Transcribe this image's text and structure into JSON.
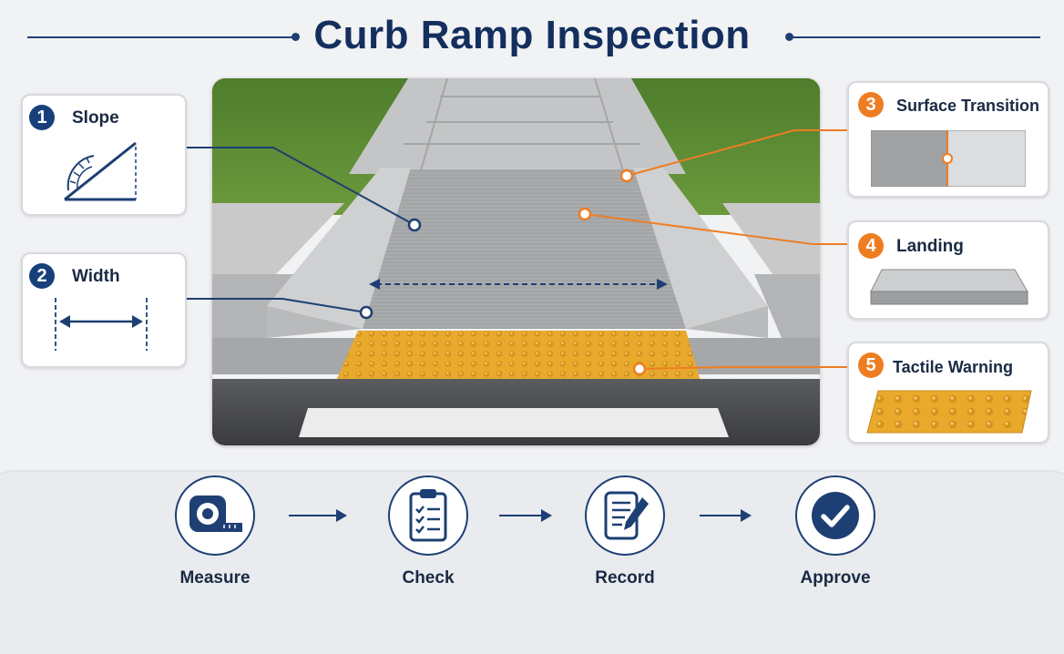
{
  "title": "Curb Ramp Inspection",
  "colors": {
    "navy": "#17407a",
    "orange": "#ee7d22",
    "tactile_yellow": "#e8a92c"
  },
  "features": [
    {
      "number": "1",
      "label": "Slope",
      "icon": "protractor-icon"
    },
    {
      "number": "2",
      "label": "Width",
      "icon": "width-arrow-icon"
    },
    {
      "number": "3",
      "label": "Surface Transition",
      "icon": "surface-transition-icon"
    },
    {
      "number": "4",
      "label": "Landing",
      "icon": "landing-slab-icon"
    },
    {
      "number": "5",
      "label": "Tactile Warning",
      "icon": "tactile-pad-icon"
    }
  ],
  "steps": [
    {
      "label": "Measure",
      "icon": "tape-measure-icon"
    },
    {
      "label": "Check",
      "icon": "clipboard-checklist-icon"
    },
    {
      "label": "Record",
      "icon": "tablet-pen-icon"
    },
    {
      "label": "Approve",
      "icon": "checkmark-icon"
    }
  ]
}
